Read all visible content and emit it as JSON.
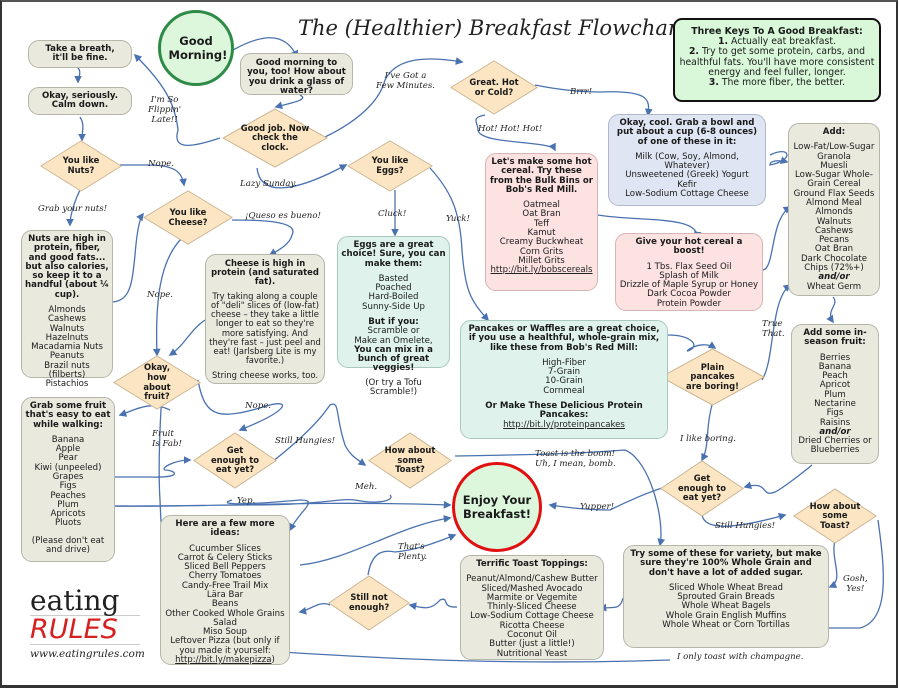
{
  "title": "The (Healthier) Breakfast Flowchart",
  "colors": {
    "arrow": "#4a72b0",
    "diamond_fill": "#fbe5c3",
    "diamond_stroke": "#c9b38f",
    "start_circle_fill": "#ddf7dd",
    "start_circle_stroke": "#2e8b47",
    "end_circle_fill": "#ddf7dd",
    "end_circle_stroke": "#e01010",
    "gray_box": "#e9e9de",
    "pink_box": "#fde2e2",
    "blue_box": "#dfe5f2",
    "teal_box": "#dff3ec",
    "keys_box": "#d9f8d9"
  },
  "keys": {
    "heading": "Three Keys To A Good Breakfast:",
    "items": [
      {
        "num": "1.",
        "text": "Actually eat breakfast."
      },
      {
        "num": "2.",
        "text": "Try to get some protein, carbs, and healthful fats. You'll have more consistent energy and feel fuller, longer."
      },
      {
        "num": "3.",
        "text": "The more fiber, the better."
      }
    ]
  },
  "nodes": {
    "good_morning": "Good Morning!",
    "water": "Good morning to you, too! How about you drink a glass of water?",
    "check_clock": "Good job. Now check the clock.",
    "take_breath": "Take a breath, it'll be fine.",
    "calm_down": "Okay, seriously. Calm down.",
    "like_nuts": "You like Nuts?",
    "like_cheese": "You like Cheese?",
    "like_eggs": "You like Eggs?",
    "hot_or_cold": "Great. Hot or Cold?",
    "how_about_fruit": "Okay, how about fruit?",
    "get_enough_left": "Get enough to eat yet?",
    "toast_center": "How about some Toast?",
    "enjoy": "Enjoy Your Breakfast!",
    "plain_pancakes": "Plain pancakes are boring!",
    "get_enough_right": "Get enough to eat yet?",
    "toast_right": "How about some Toast?",
    "still_not_enough": "Still not enough?"
  },
  "boxes": {
    "nuts": {
      "heading": "Nuts are high in protein, fiber, and good fats... but also calories, so keep it to a handful (about ¼ cup).",
      "items": [
        "Almonds",
        "Cashews",
        "Walnuts",
        "Hazelnuts",
        "Macadamia Nuts",
        "Peanuts",
        "Brazil nuts (filberts)",
        "Pistachios"
      ]
    },
    "cheese": {
      "heading": "Cheese is high in protein (and saturated fat).",
      "body": "Try taking along a couple of \"deli\" slices of (low-fat) cheese – they take a little longer to eat so they're more satisfying. And they're fast – just peel and eat! (Jarlsberg Lite is my favorite.)",
      "footer": "String cheese works, too."
    },
    "eggs": {
      "heading": "Eggs are a great choice! Sure, you can make them:",
      "items": [
        "Basted",
        "Poached",
        "Hard-Boiled",
        "Sunny-Side Up"
      ],
      "sub_heading": "But if you:",
      "sub_items": [
        "Scramble or",
        "Make an Omelete,"
      ],
      "sub_bold": "You can mix in a bunch of great veggies!",
      "footer": "(Or try a Tofu Scramble!)"
    },
    "hot_cereal": {
      "heading": "Let's make some hot cereal. Try these from the Bulk Bins or Bob's Red Mill.",
      "items": [
        "Oatmeal",
        "Oat Bran",
        "Teff",
        "Kamut",
        "Creamy Buckwheat",
        "Corn Grits",
        "Millet Grits"
      ],
      "link": "http://bit.ly/bobscereals"
    },
    "cold_bowl": {
      "heading": "Okay, cool. Grab a bowl and put about a cup (6-8 ounces) of one of these in it:",
      "items": [
        "Milk (Cow, Soy, Almond, Whatever)",
        "Unsweetened (Greek) Yogurt",
        "Kefir",
        "Low-Sodium Cottage Cheese"
      ]
    },
    "boost": {
      "heading": "Give your hot cereal a boost!",
      "items": [
        "1 Tbs. Flax Seed Oil",
        "Splash of Milk",
        "Drizzle of Maple Syrup or Honey",
        "Dark Cocoa Powder",
        "Protein Powder"
      ]
    },
    "add": {
      "heading": "Add:",
      "items": [
        "Low-Fat/Low-Sugar Granola",
        "Muesli",
        "Low-Sugar Whole-Grain Cereal",
        "Ground Flax Seeds",
        "Almond Meal",
        "Almonds",
        "Walnuts",
        "Cashews",
        "Pecans",
        "Oat Bran",
        "Dark Chocolate Chips (72%+)"
      ],
      "and_or": "and/or",
      "last": "Wheat Germ"
    },
    "fruit_season": {
      "heading": "Add some in-season fruit:",
      "items": [
        "Berries",
        "Banana",
        "Peach",
        "Apricot",
        "Plum",
        "Nectarine",
        "Figs",
        "Raisins"
      ],
      "and_or": "and/or",
      "last": "Dried Cherries or Blueberries"
    },
    "pancakes": {
      "heading": "Pancakes or Waffles are a great choice, if you use a healthful, whole-grain mix, like these from Bob's Red Mill:",
      "items": [
        "High-Fiber",
        "7-Grain",
        "10-Grain",
        "Cornmeal"
      ],
      "sub_heading": "Or Make These Delicious Protein Pancakes:",
      "link": "http://bit.ly/proteinpancakes"
    },
    "fruit_walk": {
      "heading": "Grab some fruit that's easy to eat while walking:",
      "items": [
        "Banana",
        "Apple",
        "Pear",
        "Kiwi (unpeeled)",
        "Grapes",
        "Figs",
        "Peaches",
        "Plum",
        "Apricots",
        "Pluots"
      ],
      "footer": "(Please don't eat and drive)"
    },
    "more_ideas": {
      "heading": "Here are a few more ideas:",
      "items": [
        "Cucumber Slices",
        "Carrot & Celery Sticks",
        "Sliced Bell Peppers",
        "Cherry Tomatoes",
        "Candy-Free Trail Mix",
        "Lära Bar",
        "Beans",
        "Other Cooked Whole Grains",
        "Salad",
        "Miso Soup",
        "Leftover Pizza (but only if you made it yourself:"
      ],
      "link": "http://bit.ly/makepizza",
      "link_suffix": ")"
    },
    "toppings": {
      "heading": "Terrific Toast Toppings:",
      "items": [
        "Peanut/Almond/Cashew Butter",
        "Sliced/Mashed Avocado",
        "Marmite or Vegemite",
        "Thinly-Sliced Cheese",
        "Low-Sodium Cottage Cheese",
        "Ricotta Cheese",
        "Coconut Oil",
        "Butter (just a little!)",
        "Nutritional Yeast"
      ]
    },
    "whole_grain": {
      "heading": "Try some of these for variety, but make sure they're 100% Whole Grain and don't have a lot of added sugar.",
      "items": [
        "Sliced Whole Wheat Bread",
        "Sprouted Grain Breads",
        "Whole Wheat Bagels",
        "Whole Grain English Muffins",
        "Whole Wheat or Corn Tortillas"
      ]
    }
  },
  "labels": {
    "so_late": "I'm So\nFlippin'\nLate!!",
    "few_minutes": "I've Got a\nFew Minutes.",
    "lazy_sunday": "Lazy Sunday.",
    "brrr": "Brrr!",
    "hot_hot": "Hot! Hot! Hot!",
    "nope_nuts": "Nope.",
    "grab_nuts": "Grab your nuts!",
    "queso": "¡Queso es bueno!",
    "nope_cheese": "Nope.",
    "cluck": "Cluck!",
    "yuck": "Yuck!",
    "fruit_fab": "Fruit\nIs Fab!",
    "nope_fruit": "Nope.",
    "still_hungies_left": "Still Hungies!",
    "yep": "Yep.",
    "meh": "Meh.",
    "toast_boom": "Toast is the boom!\nUh, I mean, bomb.",
    "yupper": "Yupper!",
    "true_that": "True\nThat.",
    "like_boring": "I like boring.",
    "still_hungies_right": "Still Hungies!",
    "gosh_yes": "Gosh,\nYes!",
    "thats_plenty": "That's\nPlenty.",
    "champagne": "I only toast with champagne."
  },
  "logo": {
    "word1": "eating",
    "word2": "RULES",
    "url": "www.eatingrules.com"
  }
}
